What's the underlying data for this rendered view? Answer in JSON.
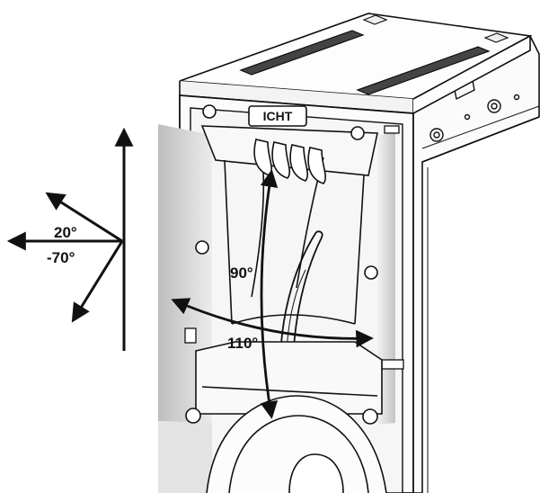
{
  "labels": {
    "tilt_up": "20°",
    "tilt_down": "-70°",
    "vertical_dispersion": "90°",
    "horizontal_dispersion": "110°"
  },
  "logo_text": "ICHT",
  "colors": {
    "line": "#111111",
    "shade": "#cfcfcf",
    "panel": "#f4f4f4",
    "background": "#ffffff"
  }
}
